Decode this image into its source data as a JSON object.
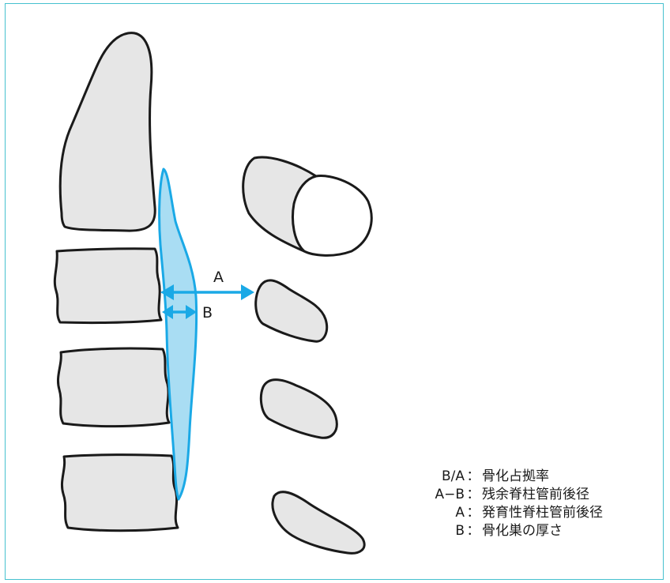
{
  "diagram": {
    "arrow_a_label": "A",
    "arrow_b_label": "B",
    "colors": {
      "frame": "#46c1cf",
      "bone_fill": "#e6e6e6",
      "ossification_fill": "#a9ddf3",
      "ossification_stroke": "#1aa9e6",
      "arrow": "#1aa9e6"
    }
  },
  "legend": {
    "items": [
      {
        "key": "B/A",
        "sep": "：",
        "text": "骨化占拠率"
      },
      {
        "key": "A−B",
        "sep": "：",
        "text": "残余脊柱管前後径"
      },
      {
        "key": "A",
        "sep": "：",
        "text": "発育性脊柱管前後径"
      },
      {
        "key": "B",
        "sep": "：",
        "text": "骨化巣の厚さ"
      }
    ]
  }
}
